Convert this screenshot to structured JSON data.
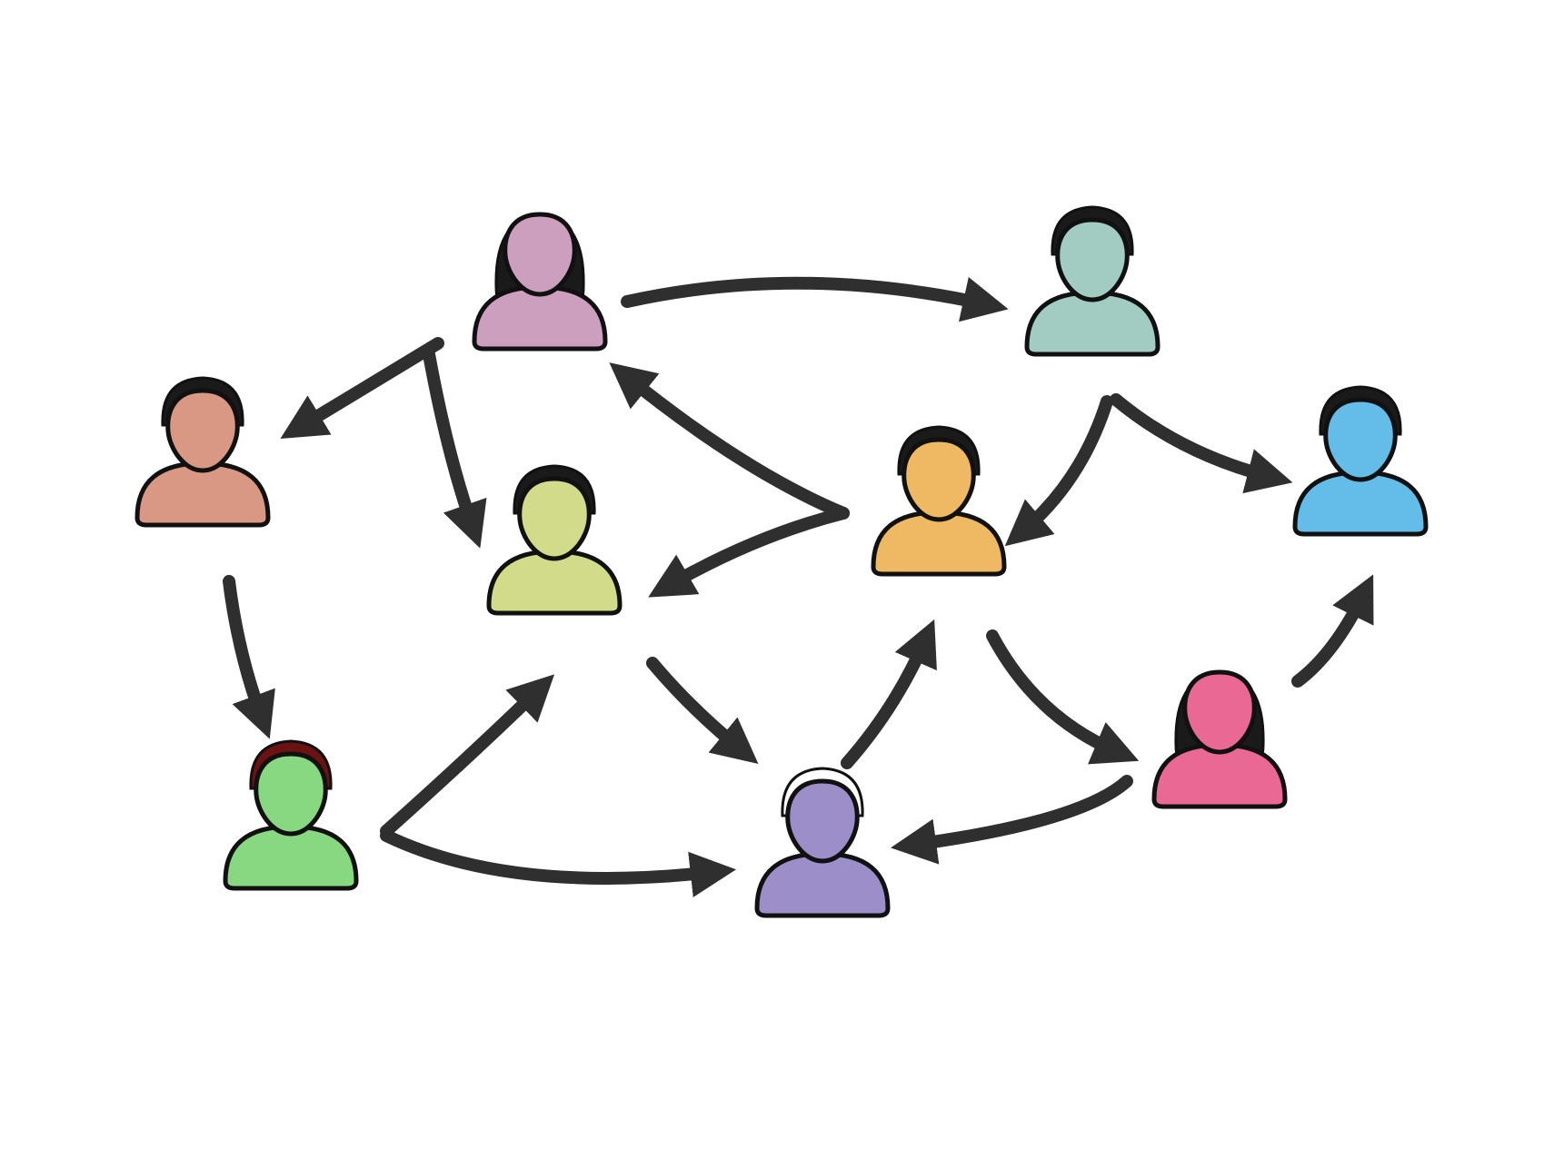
{
  "diagram": {
    "type": "directed-network",
    "edge_color": "#2f2f2f",
    "outline_color": "#111111",
    "background_color": "#ffffff",
    "nodes": [
      {
        "id": "pink-top",
        "icon": "person-icon",
        "body_color": "#cc9fbf",
        "hair_color": "#1a1a1a",
        "hair_style": "long"
      },
      {
        "id": "teal-top-right",
        "icon": "person-icon",
        "body_color": "#a2cbc2",
        "hair_color": "#1a1a1a",
        "hair_style": "short"
      },
      {
        "id": "salmon-left",
        "icon": "person-icon",
        "body_color": "#d99884",
        "hair_color": "#1a1a1a",
        "hair_style": "short"
      },
      {
        "id": "lime-center",
        "icon": "person-icon",
        "body_color": "#d1db89",
        "hair_color": "#1a1a1a",
        "hair_style": "short"
      },
      {
        "id": "orange-center-right",
        "icon": "person-icon",
        "body_color": "#efb963",
        "hair_color": "#1a1a1a",
        "hair_style": "short"
      },
      {
        "id": "blue-right",
        "icon": "person-icon",
        "body_color": "#63bde8",
        "hair_color": "#1a1a1a",
        "hair_style": "short"
      },
      {
        "id": "green-bottom-left",
        "icon": "person-icon",
        "body_color": "#88d882",
        "hair_color": "#6b1212",
        "hair_style": "short"
      },
      {
        "id": "purple-bottom",
        "icon": "person-icon",
        "body_color": "#9c8ec9",
        "hair_color": "#ffffff",
        "hair_style": "short"
      },
      {
        "id": "magenta-bottom-right",
        "icon": "person-icon",
        "body_color": "#ea6894",
        "hair_color": "#1a1a1a",
        "hair_style": "long"
      }
    ],
    "edges": [
      {
        "from": "pink-top",
        "to": "teal-top-right"
      },
      {
        "from": "pink-top",
        "to": "salmon-left"
      },
      {
        "from": "pink-top",
        "to": "lime-center"
      },
      {
        "from": "orange-center-right",
        "to": "pink-top"
      },
      {
        "from": "orange-center-right",
        "to": "lime-center"
      },
      {
        "from": "teal-top-right",
        "to": "orange-center-right"
      },
      {
        "from": "teal-top-right",
        "to": "blue-right"
      },
      {
        "from": "salmon-left",
        "to": "green-bottom-left"
      },
      {
        "from": "green-bottom-left",
        "to": "lime-center"
      },
      {
        "from": "green-bottom-left",
        "to": "purple-bottom"
      },
      {
        "from": "lime-center",
        "to": "purple-bottom"
      },
      {
        "from": "purple-bottom",
        "to": "orange-center-right"
      },
      {
        "from": "orange-center-right",
        "to": "magenta-bottom-right"
      },
      {
        "from": "magenta-bottom-right",
        "to": "purple-bottom"
      },
      {
        "from": "magenta-bottom-right",
        "to": "blue-right"
      }
    ]
  }
}
